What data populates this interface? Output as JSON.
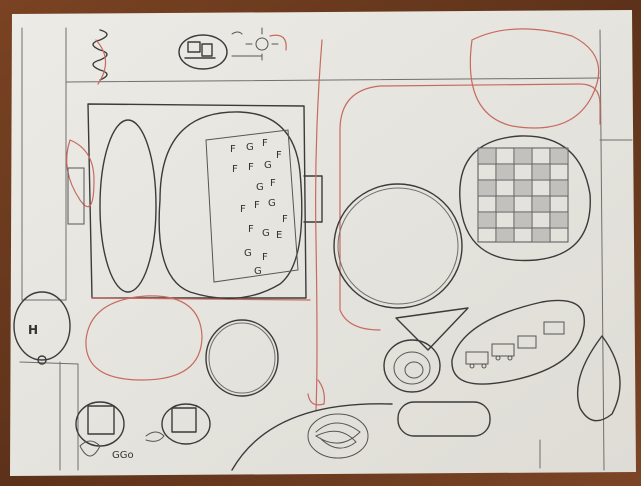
{
  "drawing": {
    "letters_block": [
      "F",
      "G",
      "F",
      "F",
      "F",
      "G",
      "F",
      "G",
      "F",
      "F",
      "F",
      "G",
      "F",
      "F",
      "G",
      "E",
      "G",
      "F",
      "G"
    ],
    "left_circle_label": "H",
    "bottom_scribble": "GGo",
    "colors": {
      "paper": "#ecebe6",
      "table_wood": "#6b3a1f",
      "ink": "#3b3b3b",
      "red_pencil": "#c86a60"
    }
  }
}
